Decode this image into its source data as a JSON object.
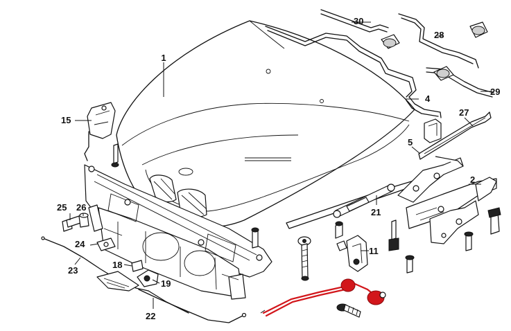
{
  "callouts": [
    {
      "id": "1",
      "part": "hood"
    },
    {
      "id": "2",
      "part": "hinge-right"
    },
    {
      "id": "4",
      "part": "seal-front"
    },
    {
      "id": "5",
      "part": "seal-lower"
    },
    {
      "id": "11",
      "part": "hood-lock"
    },
    {
      "id": "15",
      "part": "hinge-left"
    },
    {
      "id": "18",
      "part": "bolt"
    },
    {
      "id": "19",
      "part": "bracket"
    },
    {
      "id": "21",
      "part": "gas-strut"
    },
    {
      "id": "22",
      "part": "release-cable"
    },
    {
      "id": "23",
      "part": "bowden-cable"
    },
    {
      "id": "24",
      "part": "clip"
    },
    {
      "id": "25",
      "part": "screw"
    },
    {
      "id": "26",
      "part": "nut"
    },
    {
      "id": "27",
      "part": "side-seal"
    },
    {
      "id": "28",
      "part": "seal-strip"
    },
    {
      "id": "29",
      "part": "seal-strip-end"
    },
    {
      "id": "30",
      "part": "rear-seal"
    }
  ],
  "colors": {
    "lines": "#111111",
    "highlight": "#d2161b",
    "background": "#ffffff"
  }
}
